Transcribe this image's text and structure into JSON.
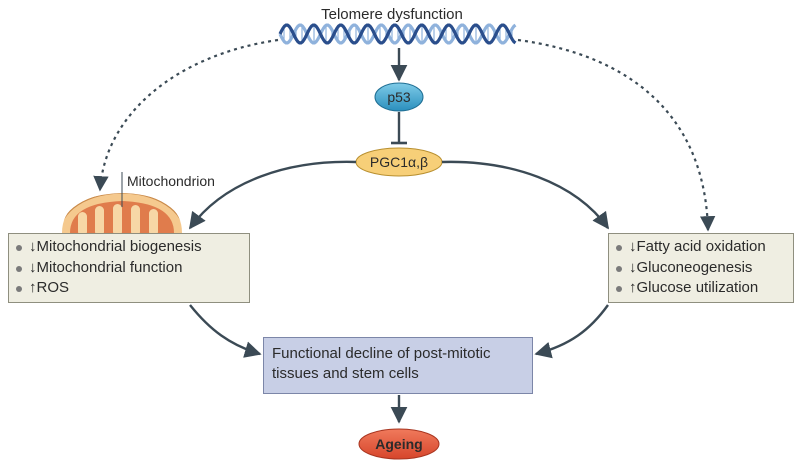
{
  "title": "Telomere dysfunction",
  "nodes": {
    "p53": "p53",
    "pgc1": "PGC1α,β",
    "mito_label": "Mitochondrion",
    "ageing": "Ageing"
  },
  "left_effects": [
    "↓Mitochondrial biogenesis",
    "↓Mitochondrial function",
    "↑ROS"
  ],
  "right_effects": [
    "↓Fatty acid oxidation",
    "↓Gluconeogenesis",
    "↑Glucose utilization"
  ],
  "outcome": "Functional decline of post-mitotic tissues and stem cells",
  "colors": {
    "dna_dark": "#2a4e8c",
    "dna_light": "#8fb2dc",
    "p53_fill": "#3a9fc9",
    "pgc_fill": "#f7cf78",
    "mito_outer": "#f5c98e",
    "mito_inner": "#e07c4c",
    "box_fill": "#efeee2",
    "outcome_fill": "#c8cfe6",
    "ageing_fill": "#e0553a",
    "arrow": "#3b4a55"
  }
}
